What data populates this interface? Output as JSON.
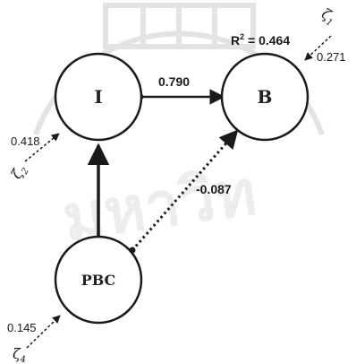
{
  "nodes": {
    "I": {
      "label": "I"
    },
    "B": {
      "label": "B"
    },
    "PBC": {
      "label": "PBC"
    }
  },
  "paths": {
    "i_to_b": {
      "coefficient": "0.790"
    },
    "pbc_to_b": {
      "coefficient": "-0.087"
    }
  },
  "r_squared": {
    "label": "R",
    "superscript": "2",
    "equals": " = 0.464"
  },
  "errors": {
    "i": {
      "value": "0.418",
      "symbol": "ζ",
      "subscript": "2"
    },
    "b": {
      "value": "0.271",
      "symbol": "ζ",
      "subscript": "1"
    },
    "pbc": {
      "value": "0.145",
      "symbol": "ζ",
      "subscript": "4"
    }
  },
  "colors": {
    "ink": "#1a1a1a",
    "node_fill": "#ffffff",
    "watermark": "#e3e3e3"
  }
}
